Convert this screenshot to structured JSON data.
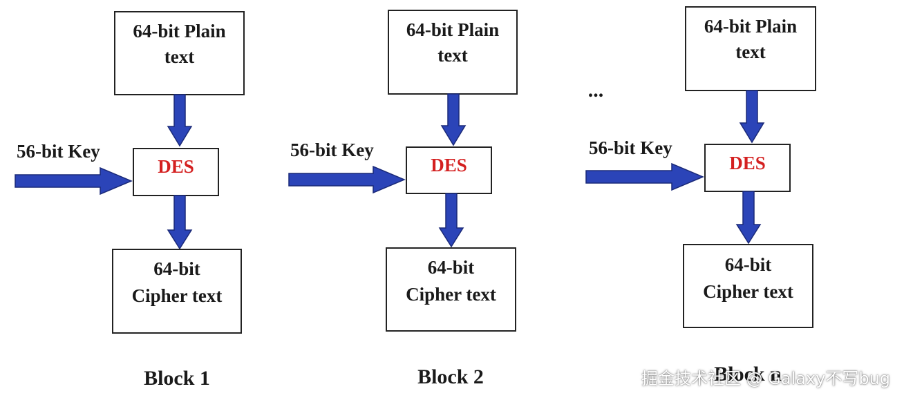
{
  "colors": {
    "arrow_fill": "#2b44b8",
    "arrow_stroke": "#1b2a78",
    "box_stroke": "#222222",
    "des_text": "#d42020"
  },
  "ellipsis": "...",
  "blocks": [
    {
      "plaintext_line1": "64-bit Plain",
      "plaintext_line2": "text",
      "key_label": "56-bit Key",
      "cipher_label": "DES",
      "ciphertext_line1": "64-bit",
      "ciphertext_line2": "Cipher text",
      "block_label": "Block 1"
    },
    {
      "plaintext_line1": "64-bit Plain",
      "plaintext_line2": "text",
      "key_label": "56-bit Key",
      "cipher_label": "DES",
      "ciphertext_line1": "64-bit",
      "ciphertext_line2": "Cipher text",
      "block_label": "Block 2"
    },
    {
      "plaintext_line1": "64-bit Plain",
      "plaintext_line2": "text",
      "key_label": "56-bit Key",
      "cipher_label": "DES",
      "ciphertext_line1": "64-bit",
      "ciphertext_line2": "Cipher text",
      "block_label": "Block n"
    }
  ],
  "watermark": "掘金技术社区 @ Galaxy不写bug"
}
